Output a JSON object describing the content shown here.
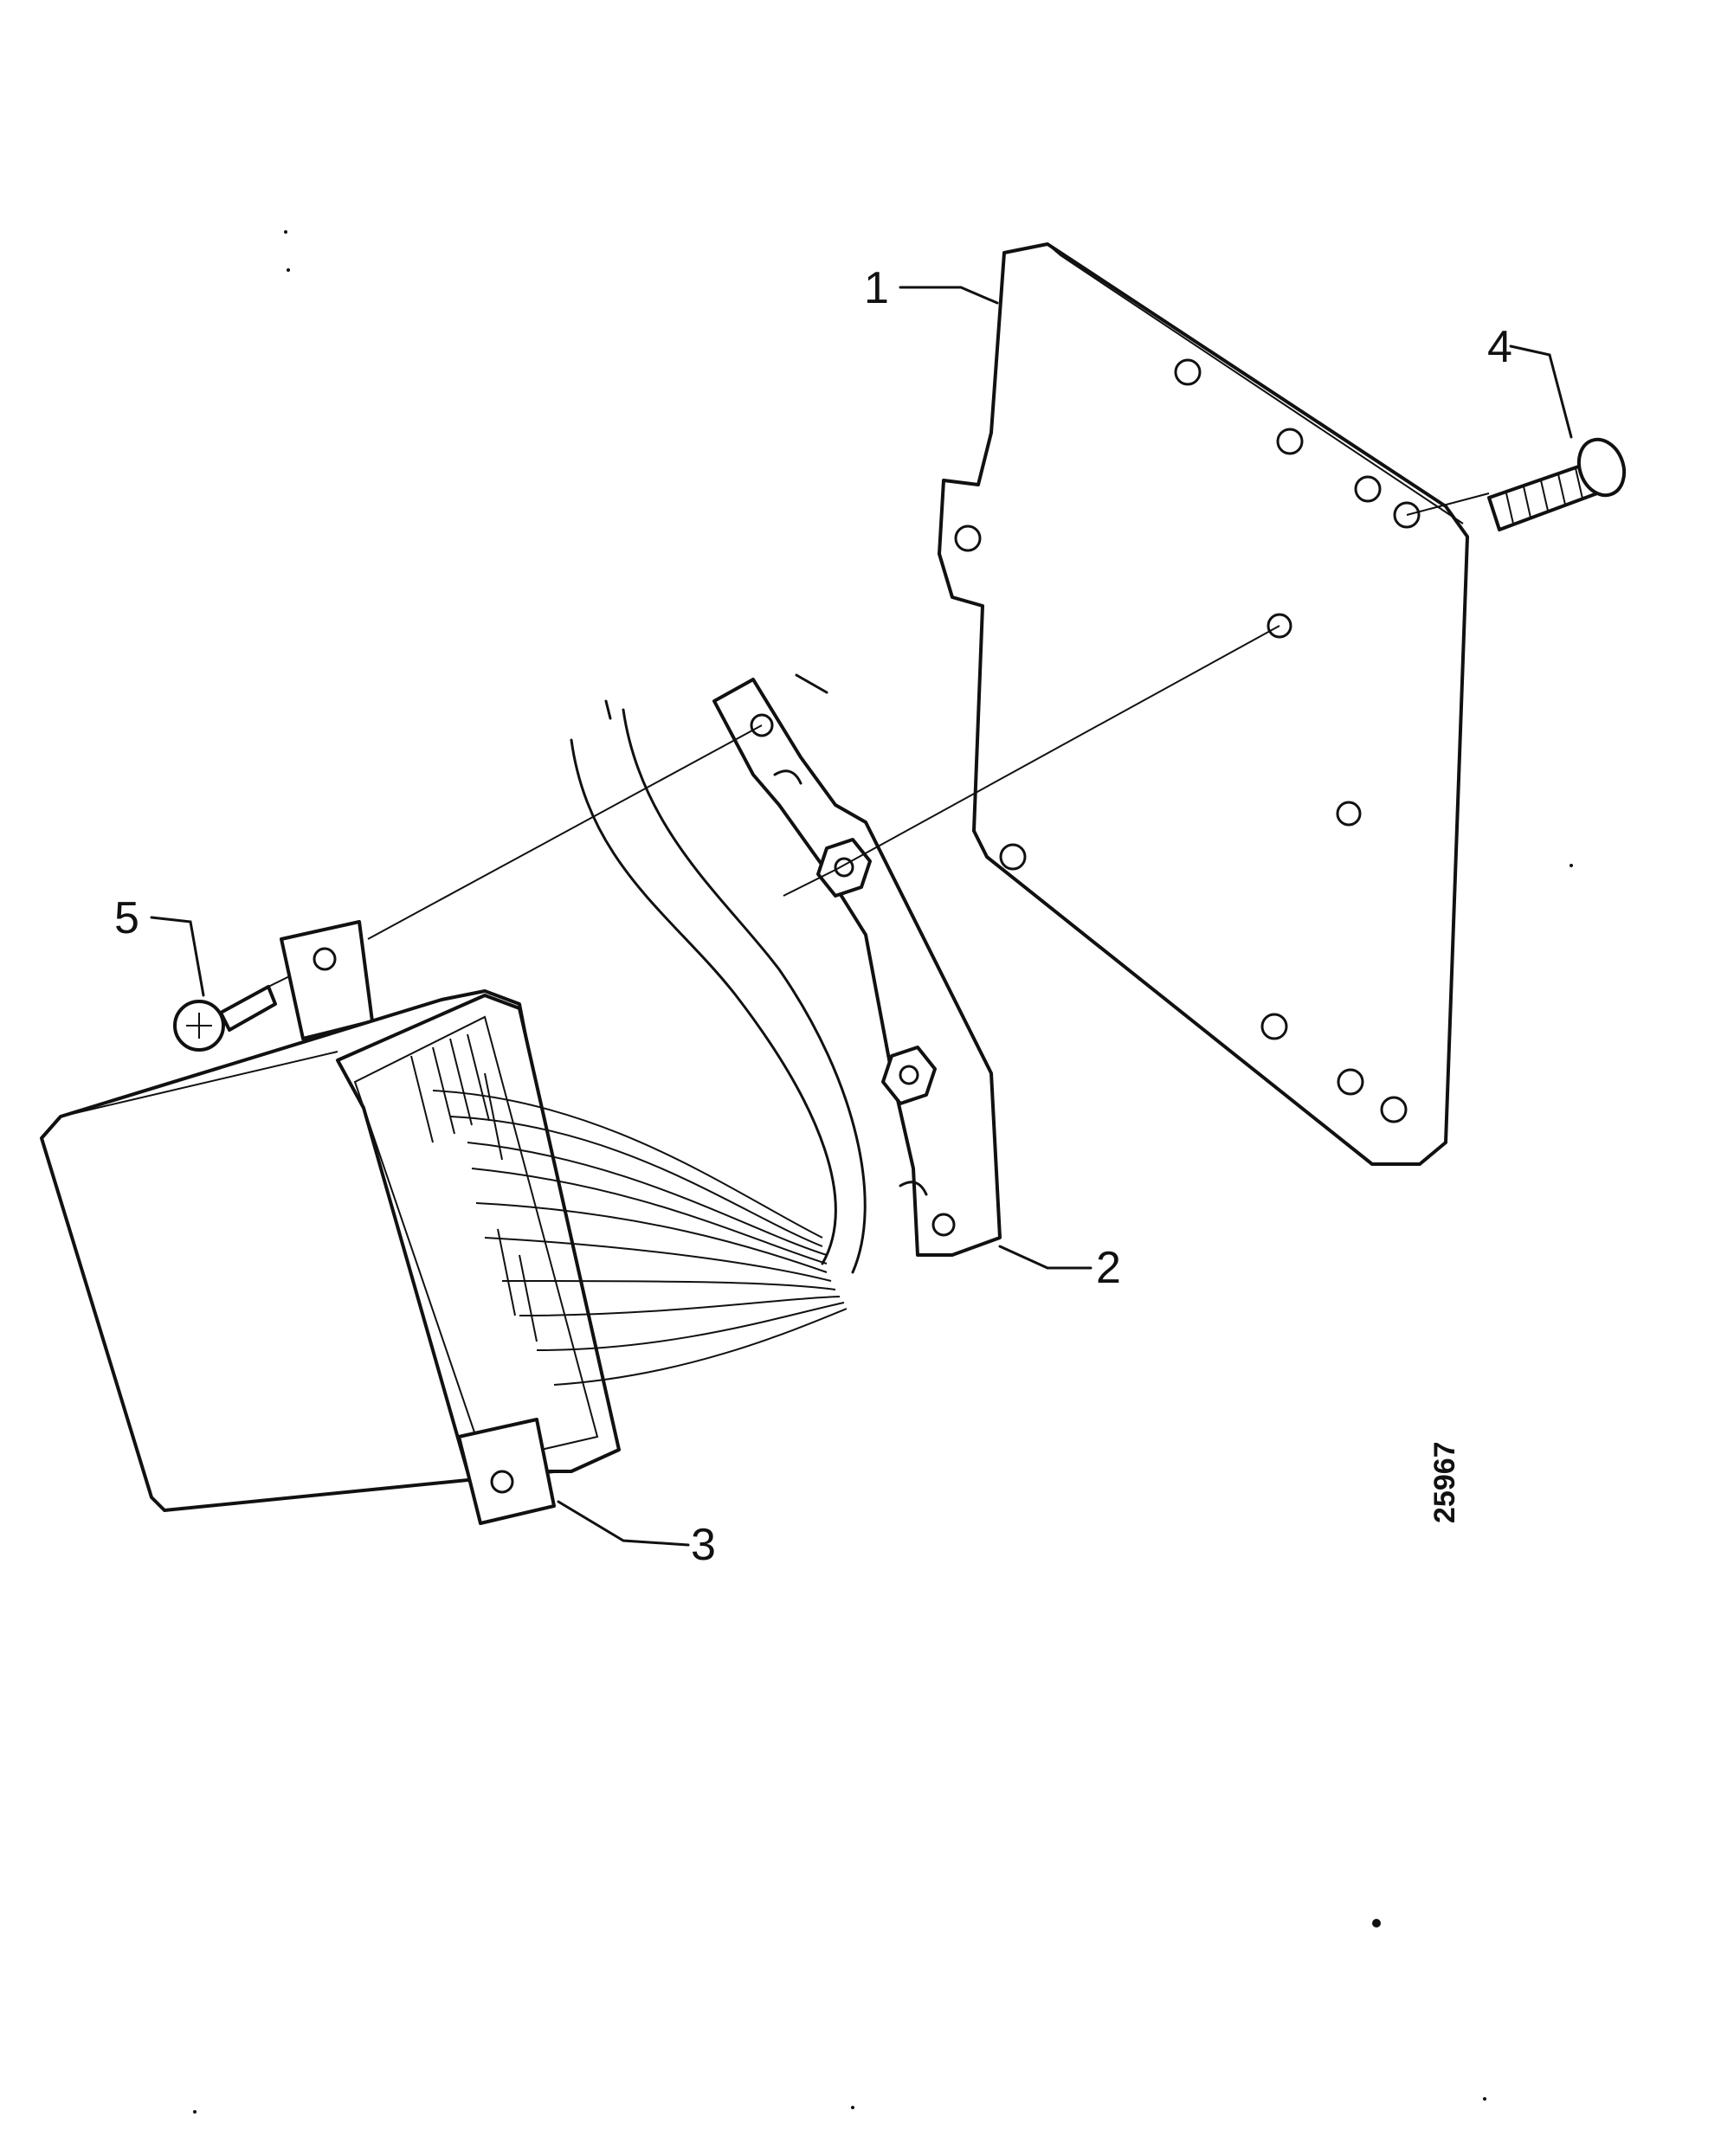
{
  "diagram": {
    "callouts": [
      {
        "id": "1",
        "label": "1"
      },
      {
        "id": "2",
        "label": "2"
      },
      {
        "id": "3",
        "label": "3"
      },
      {
        "id": "4",
        "label": "4"
      },
      {
        "id": "5",
        "label": "5"
      }
    ],
    "reference_number": "25967"
  }
}
